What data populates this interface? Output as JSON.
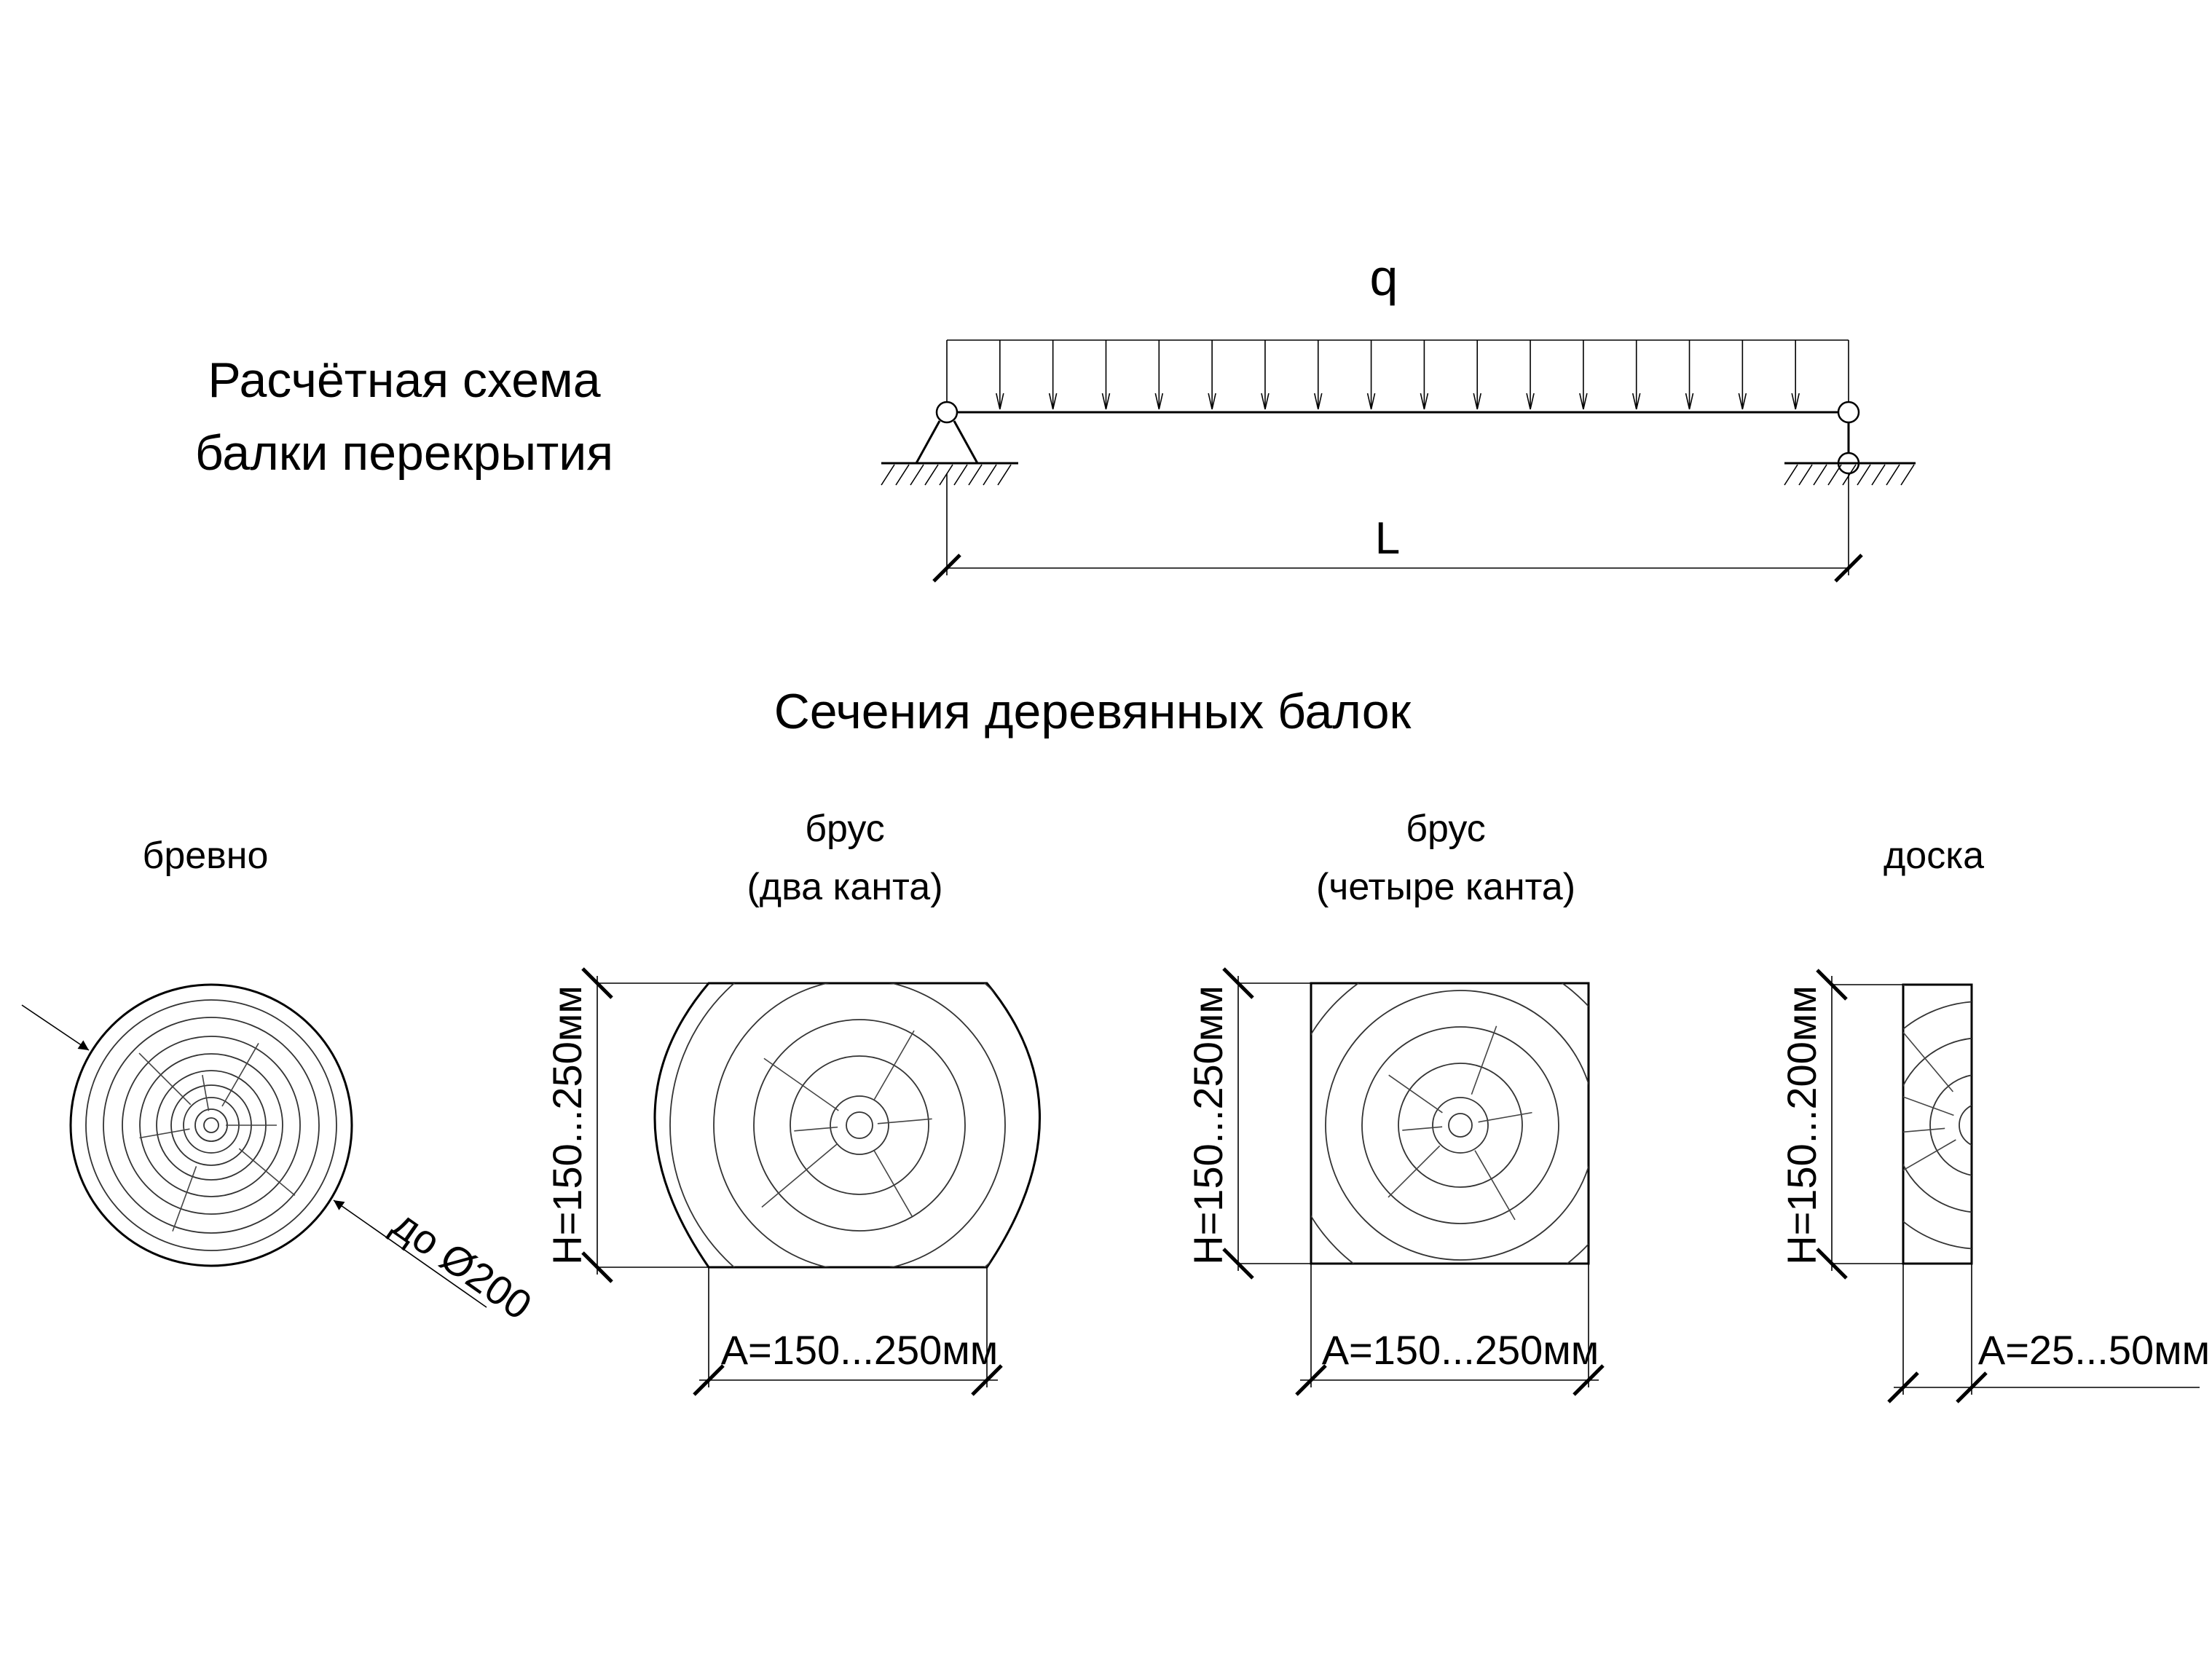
{
  "beam_scheme": {
    "title_line1": "Расчётная схема",
    "title_line2": "балки перекрытия",
    "load_label": "q",
    "span_label": "L"
  },
  "sections": {
    "heading": "Сечения деревянных балок",
    "log": {
      "name": "бревно",
      "dimension": "до Ø200"
    },
    "beam_two_edges": {
      "name_line1": "брус",
      "name_line2": "(два канта)",
      "height_dim": "H=150...250мм",
      "width_dim": "A=150...250мм"
    },
    "beam_four_edges": {
      "name_line1": "брус",
      "name_line2": "(четыре канта)",
      "height_dim": "H=150...250мм",
      "width_dim": "A=150...250мм"
    },
    "board": {
      "name": "доска",
      "height_dim": "H=150...200мм",
      "width_dim": "A=25...50мм"
    }
  }
}
